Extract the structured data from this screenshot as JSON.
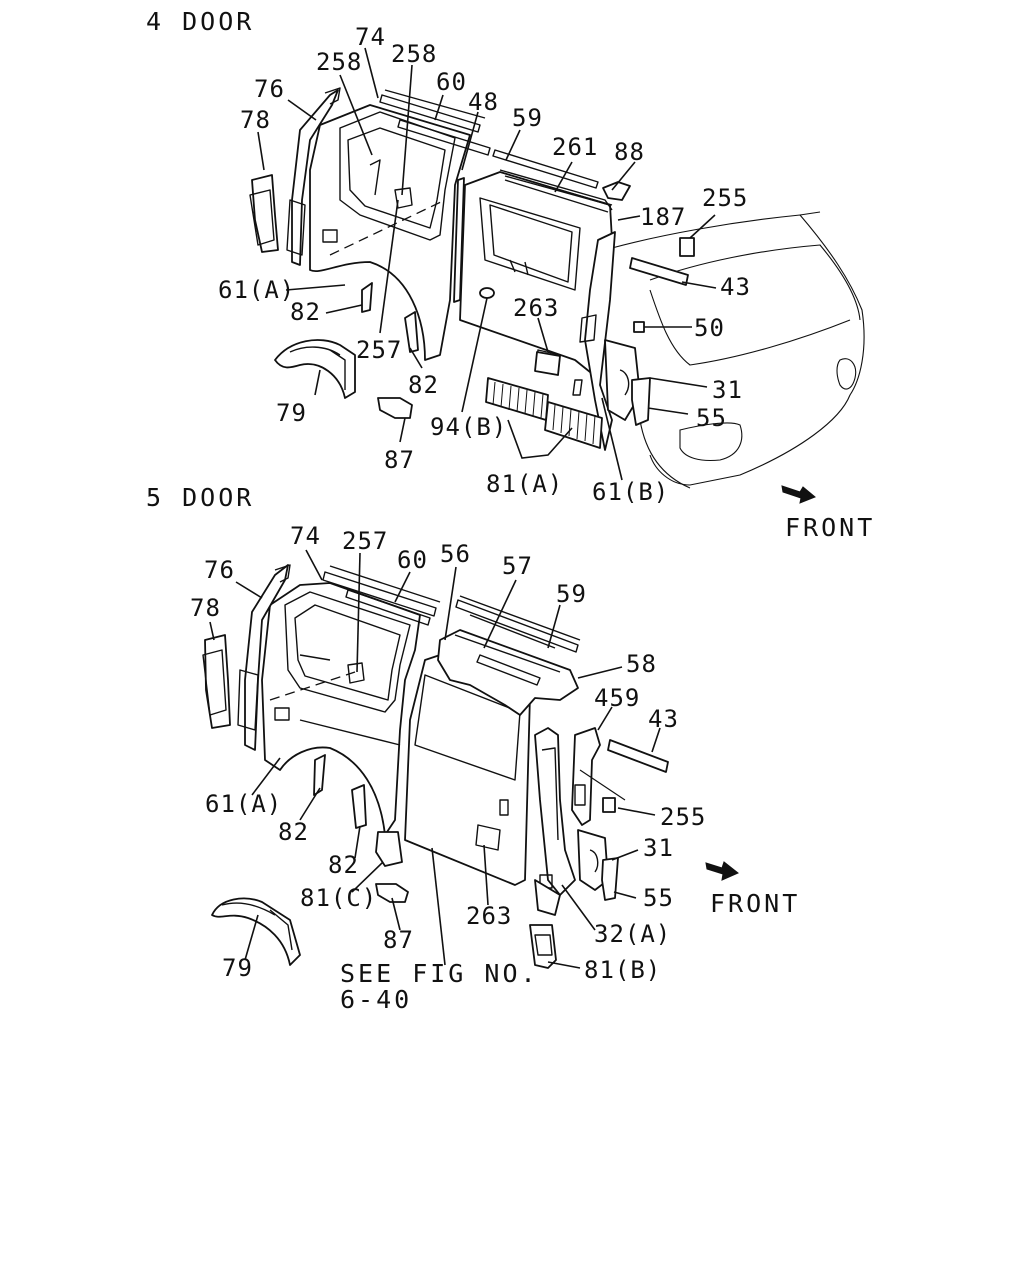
{
  "sections": {
    "four_door": "4 DOOR",
    "five_door": "5 DOOR"
  },
  "front_label": "FRONT",
  "see_fig": {
    "line1": "SEE FIG NO.",
    "line2": "6-40"
  },
  "labels_4door": {
    "l74": "74",
    "l258a": "258",
    "l258b": "258",
    "l60": "60",
    "l76": "76",
    "l48": "48",
    "l78": "78",
    "l59": "59",
    "l261": "261",
    "l88": "88",
    "l187": "187",
    "l255": "255",
    "l43": "43",
    "l61a": "61(A)",
    "l263": "263",
    "l50": "50",
    "l82a": "82",
    "l257": "257",
    "l31": "31",
    "l82b": "82",
    "l55": "55",
    "l79": "79",
    "l94b": "94(B)",
    "l87": "87",
    "l81a": "81(A)",
    "l61b": "61(B)"
  },
  "labels_5door": {
    "l74": "74",
    "l257": "257",
    "l60": "60",
    "l56": "56",
    "l57": "57",
    "l76": "76",
    "l59": "59",
    "l78": "78",
    "l58": "58",
    "l459": "459",
    "l43": "43",
    "l61a": "61(A)",
    "l255": "255",
    "l82a": "82",
    "l31": "31",
    "l82b": "82",
    "l55": "55",
    "l81c": "81(C)",
    "l263": "263",
    "l32a": "32(A)",
    "l87": "87",
    "l79": "79",
    "l81b": "81(B)"
  }
}
